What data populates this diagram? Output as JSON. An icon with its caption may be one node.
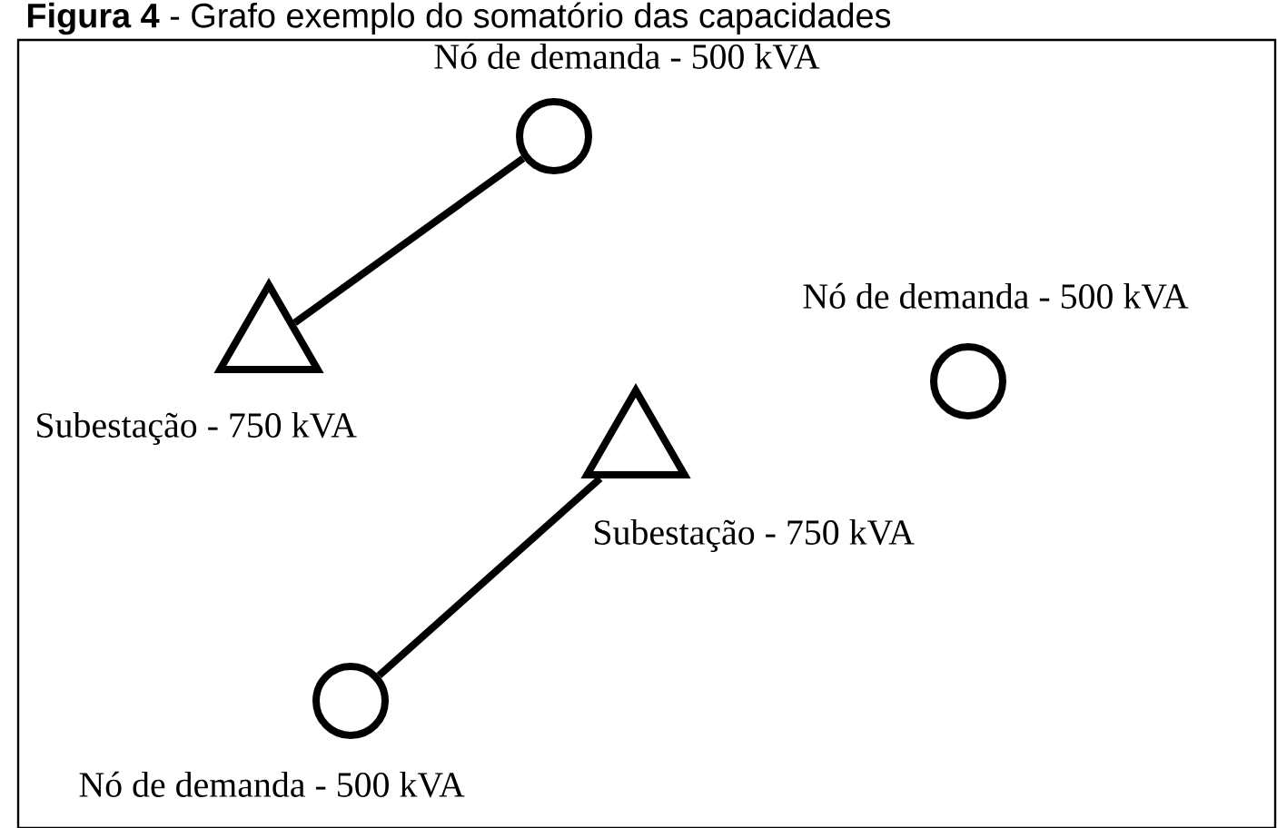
{
  "diagram": {
    "title": "**Figura 4** - Grafo exemplo do somatório das capacidades",
    "nodes": [
      {
        "text": [],
        "shape": "circle",
        "beside": [
          "Nó de demanda - 500 kVA"
        ]
      },
      {
        "text": [],
        "shape": "triangle",
        "beside": [
          "Subestação - 750 kVA"
        ]
      },
      {
        "text": [],
        "shape": "circle",
        "beside": [
          "Nó de demanda - 500 kVA"
        ]
      },
      {
        "text": [],
        "shape": "triangle",
        "beside": [
          "Subestação - 750 kVA"
        ]
      },
      {
        "text": [],
        "shape": "circle",
        "beside": [
          "Nó de demanda - 500 kVA"
        ]
      }
    ],
    "edges": [
      {
        "from": 0,
        "to": 1,
        "arrow": "none"
      },
      {
        "from": 3,
        "to": 4,
        "arrow": "none"
      }
    ]
  }
}
